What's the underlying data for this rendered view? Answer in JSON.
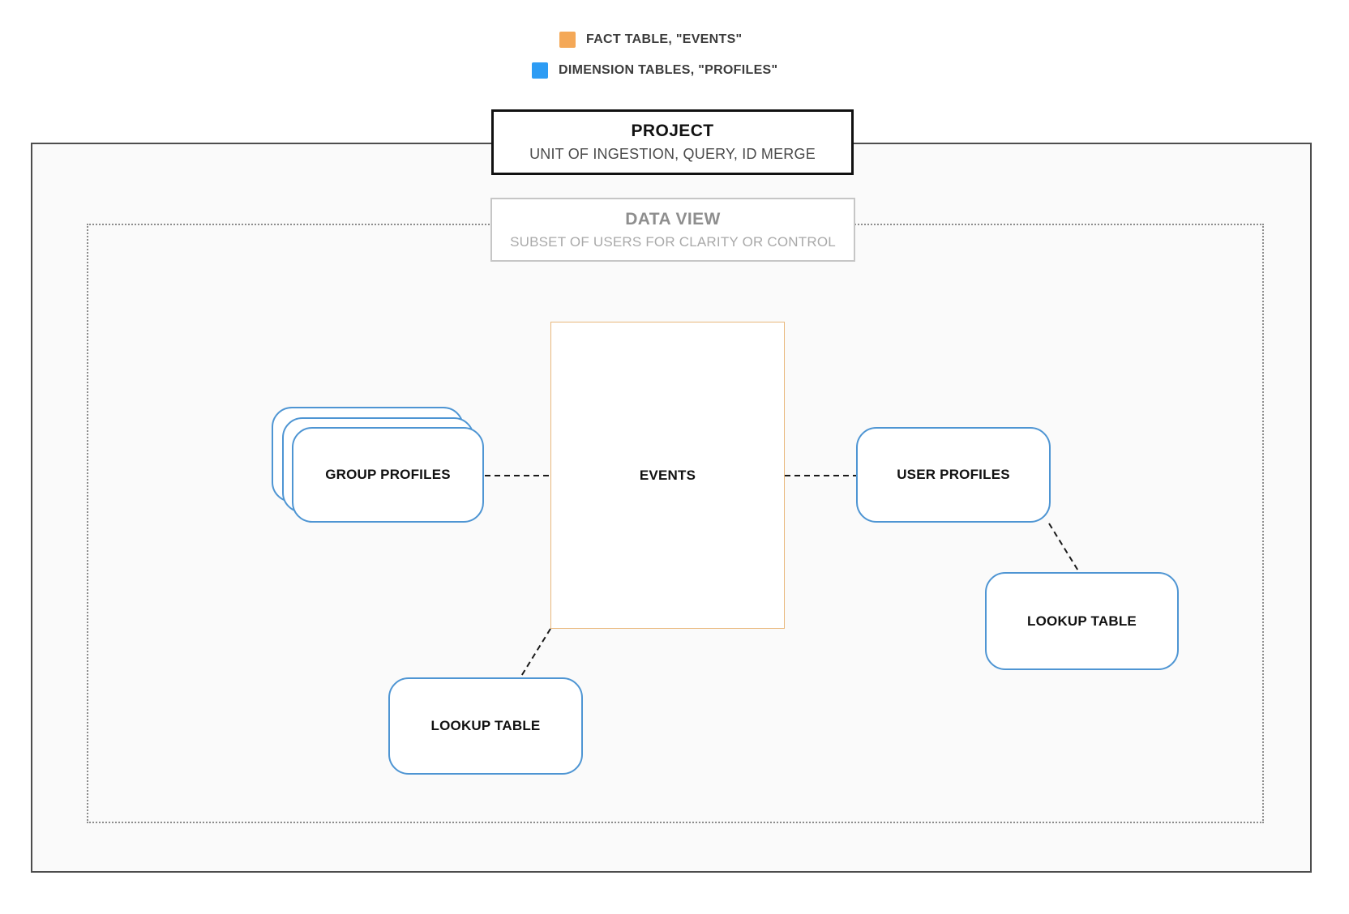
{
  "legend": {
    "items": [
      {
        "name": "fact-table",
        "label": "FACT TABLE, \"EVENTS\"",
        "color": "#F4A857"
      },
      {
        "name": "dimension-tables",
        "label": "DIMENSION TABLES, \"PROFILES\"",
        "color": "#2D9CF4"
      }
    ]
  },
  "project": {
    "title": "PROJECT",
    "subtitle": "UNIT OF INGESTION, QUERY, ID MERGE"
  },
  "data_view": {
    "title": "DATA VIEW",
    "subtitle": "SUBSET OF USERS FOR CLARITY OR CONTROL"
  },
  "nodes": {
    "events": {
      "label": "EVENTS",
      "type": "fact"
    },
    "group_profiles": {
      "label": "GROUP PROFILES",
      "type": "dimension",
      "stacked": true
    },
    "user_profiles": {
      "label": "USER PROFILES",
      "type": "dimension"
    },
    "lookup_table_right": {
      "label": "LOOKUP TABLE",
      "type": "dimension"
    },
    "lookup_table_bottom": {
      "label": "LOOKUP TABLE",
      "type": "dimension"
    }
  },
  "edges": [
    {
      "from": "group_profiles",
      "to": "events",
      "style": "dashed"
    },
    {
      "from": "events",
      "to": "user_profiles",
      "style": "dashed"
    },
    {
      "from": "events",
      "to": "lookup_table_bottom",
      "style": "dashed"
    },
    {
      "from": "user_profiles",
      "to": "lookup_table_right",
      "style": "dashed"
    }
  ],
  "colors": {
    "fact_accent": "#F4A857",
    "fact_border": "#E9B87C",
    "dimension_accent": "#2D9CF4",
    "dimension_border": "#4E95D3",
    "project_border": "#111111",
    "boundary_border": "#4D4D4D",
    "boundary_bg": "#FAFAFA",
    "dataview_border": "#C6C6C6",
    "connector": "#1A1A1A"
  }
}
